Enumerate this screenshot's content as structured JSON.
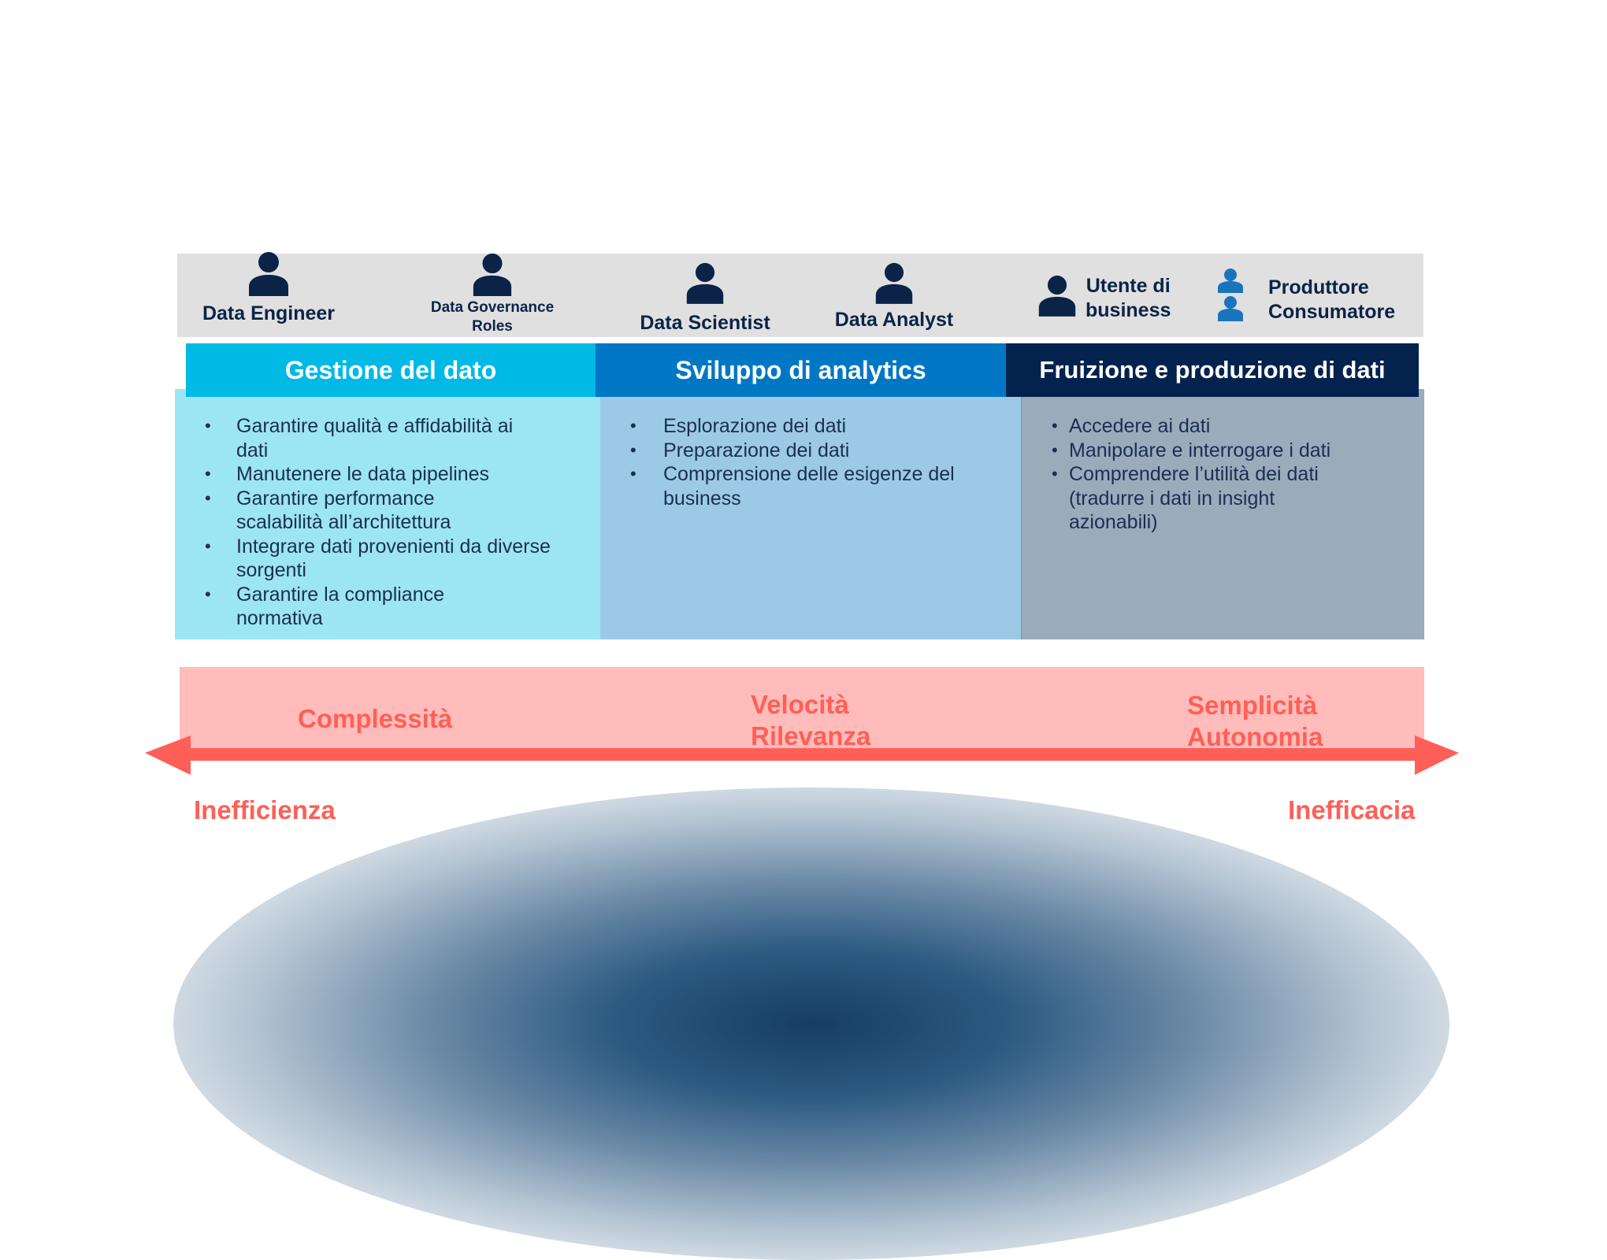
{
  "roles": [
    {
      "label": "Data Engineer",
      "icon": "person-icon"
    },
    {
      "label": "Data Governance Roles",
      "line1": "Data Governance",
      "line2": "Roles",
      "icon": "person-icon"
    },
    {
      "label": "Data Scientist",
      "icon": "person-icon"
    },
    {
      "label": "Data Analyst",
      "icon": "person-icon"
    },
    {
      "label": "Utente di business",
      "line1": "Utente di",
      "line2": "business",
      "icon": "person-icon"
    },
    {
      "label": "Produttore Consumatore",
      "line1": "Produttore",
      "line2": "Consumatore",
      "icon": "two-persons-icon"
    }
  ],
  "columns": [
    {
      "title": "Gestione del dato",
      "header_color": "#00b9e5",
      "body_color": "#9ce5f5",
      "items": [
        "Garantire qualità e affidabilità ai dati",
        "Manutenere le data pipelines",
        "Garantire performance scalabilità all’architettura",
        "Integrare dati provenienti da diverse sorgenti",
        "Garantire la compliance normativa"
      ]
    },
    {
      "title": "Sviluppo di analytics",
      "header_color": "#0077c4",
      "body_color": "#9ccae6",
      "items": [
        "Esplorazione dei dati",
        "Preparazione dei dati",
        "Comprensione delle esigenze del business"
      ]
    },
    {
      "title": "Fruizione e produzione di dati",
      "header_color": "#04224e",
      "body_color": "#9aabbb",
      "items": [
        "Accedere ai dati",
        "Manipolare e interrogare i dati",
        "Comprendere l’utilità dei dati (tradurre i dati in insight azionabili)"
      ]
    }
  ],
  "spectrum": {
    "left_label": "Complessità",
    "center_line1": "Velocità",
    "center_line2": "Rilevanza",
    "right_line1": "Semplicità",
    "right_line2": "Autonomia",
    "left_extreme": "Inefficienza",
    "right_extreme": "Inefficacia",
    "arrow_color": "#ff5f57",
    "box_color": "#ffbcbb"
  }
}
